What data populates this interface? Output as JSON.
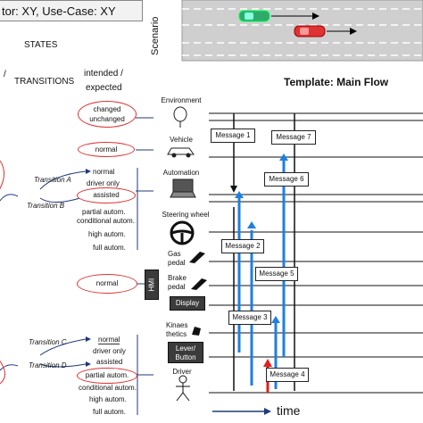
{
  "header": {
    "title": "tor: XY, Use-Case: XY"
  },
  "scenario": {
    "label": "Scenario"
  },
  "states": {
    "title": "STATES",
    "slash": "/",
    "transitions": "TRANSITIONS",
    "intended": "intended /",
    "expected": "expected"
  },
  "template": {
    "title": "Template: Main Flow"
  },
  "lanes": {
    "environment": "Environment",
    "vehicle": "Vehicle",
    "automation": "Automation",
    "steering": "Steering wheel",
    "gas1": "Gas",
    "gas2": "pedal",
    "brake1": "Brake",
    "brake2": "pedal",
    "display": "Display",
    "kin1": "Kinaes",
    "kin2": "thetics",
    "lever1": "Lever/",
    "lever2": "Button",
    "driver": "Driver",
    "hmi": "HMI"
  },
  "state_groups": {
    "environment": [
      "changed",
      "unchanged"
    ],
    "vehicle": [
      "normal"
    ],
    "automation": [
      "normal",
      "driver only",
      "assisted",
      "partial autom.",
      "conditional autom.",
      "high autom.",
      "full autom."
    ],
    "hmi": [
      "normal"
    ],
    "driver": [
      "normal",
      "driver only",
      "assisted",
      "partial autom.",
      "conditional autom.",
      "high autom.",
      "full autom."
    ]
  },
  "transitions": {
    "a": "Transition A",
    "b": "Transition B",
    "c": "Transition C",
    "d": "Transition D"
  },
  "messages": {
    "m1": "Message 1",
    "m2": "Message 2",
    "m3": "Message 3",
    "m4": "Message 4",
    "m5": "Message 5",
    "m6": "Message 6",
    "m7": "Message 7"
  },
  "time": {
    "label": "time"
  },
  "colors": {
    "oval": "#d33333",
    "blue_arrow": "#1f7fe0",
    "red_arrow": "#e02020",
    "arrow_dark": "#1f3a7a",
    "road": "#cfcfcf"
  }
}
